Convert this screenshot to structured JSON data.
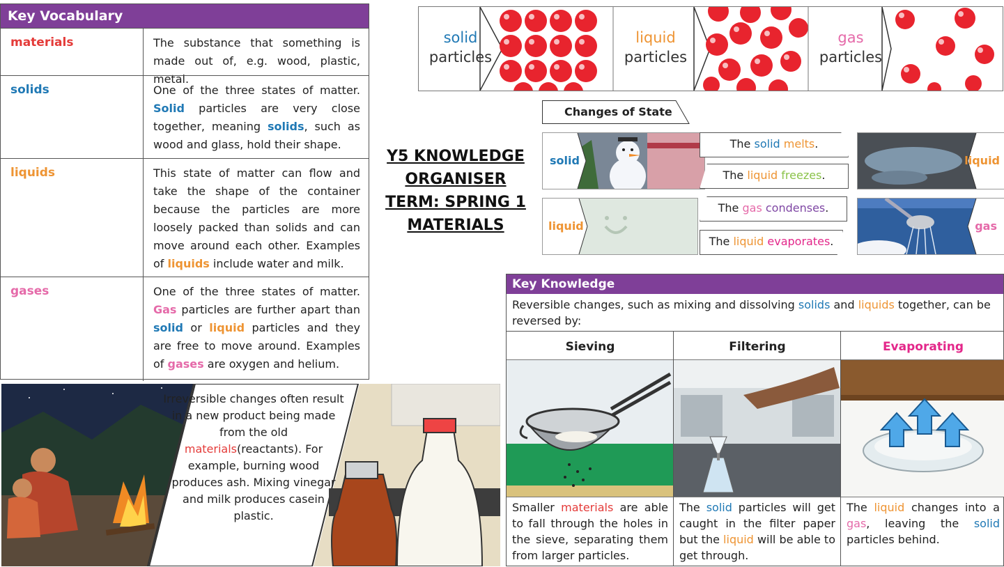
{
  "page_title": {
    "line1": "Y5 KNOWLEDGE",
    "line2": "ORGANISER",
    "line3": "TERM: SPRING 1",
    "line4": "MATERIALS"
  },
  "vocab": {
    "heading": "Key Vocabulary",
    "rows": [
      {
        "term": "materials",
        "def": [
          "The substance that something is made out of, e.g. wood, plastic, metal."
        ]
      },
      {
        "term": "solids",
        "def_a": "One of the three states of matter.",
        "def_solid1": "Solid",
        "def_b": "particles are very close together, meaning",
        "def_solid2": "solids",
        "def_c": ", such as wood and glass, hold their shape."
      },
      {
        "term": "liquids",
        "def_a": "This state of matter can flow and take the shape of the container because the particles are more loosely packed than solids and can move around each other. Examples of",
        "def_liquid": "liquids",
        "def_b": "include water and milk."
      },
      {
        "term": "gases",
        "def_a": "One of the three states of matter.",
        "def_gas1": "Gas",
        "def_b": "particles are further apart than",
        "def_solid": "solid",
        "def_or": "or",
        "def_liquid": "liquid",
        "def_c": "particles and they are free to move around. Examples of",
        "def_gas2": "gases",
        "def_d": "are oxygen and helium."
      }
    ]
  },
  "particles": [
    {
      "state": "solid",
      "word": "particles"
    },
    {
      "state": "liquid",
      "word": "particles"
    },
    {
      "state": "gas",
      "word": "particles"
    }
  ],
  "changes": {
    "title": "Changes of State",
    "row1_left": "solid",
    "row1_right": "liquid",
    "row2_left": "liquid",
    "row2_right": "gas",
    "melts": {
      "the": "The",
      "subject": "solid",
      "verb": "melts",
      "dot": "."
    },
    "freezes": {
      "the": "The",
      "subject": "liquid",
      "verb": "freezes",
      "dot": "."
    },
    "condenses": {
      "the": "The",
      "subject": "gas",
      "verb": "condenses",
      "dot": "."
    },
    "evaporates": {
      "the": "The",
      "subject": "liquid",
      "verb": "evaporates",
      "dot": "."
    }
  },
  "key_knowledge": {
    "heading": "Key Knowledge",
    "intro_a": "Reversible changes, such as mixing and dissolving",
    "intro_solids": "solids",
    "intro_and": "and",
    "intro_liquids": "liquids",
    "intro_b": "together, can be reversed by:",
    "columns": [
      {
        "title": "Sieving",
        "t1": "Smaller",
        "t_mat": "materials",
        "t2": "are able to fall through the holes in the sieve, separating them from larger particles."
      },
      {
        "title": "Filtering",
        "t1": "The",
        "t_solid": "solid",
        "t2": "particles will get caught in the filter paper but the",
        "t_liquid": "liquid",
        "t3": "will be able to get through."
      },
      {
        "title": "Evaporating",
        "t1": "The",
        "t_liquid": "liquid",
        "t2": "changes into a",
        "t_gas": "gas",
        "t3": ", leaving the",
        "t_solid": "solid",
        "t4": "particles behind."
      }
    ]
  },
  "irreversible": {
    "t1": "Irreversible changes often result in a new product being made from the old",
    "t_mat": "materials",
    "t2": "(reactants). For example, burning wood produces ash. Mixing vinegar and milk produces casein plastic."
  }
}
